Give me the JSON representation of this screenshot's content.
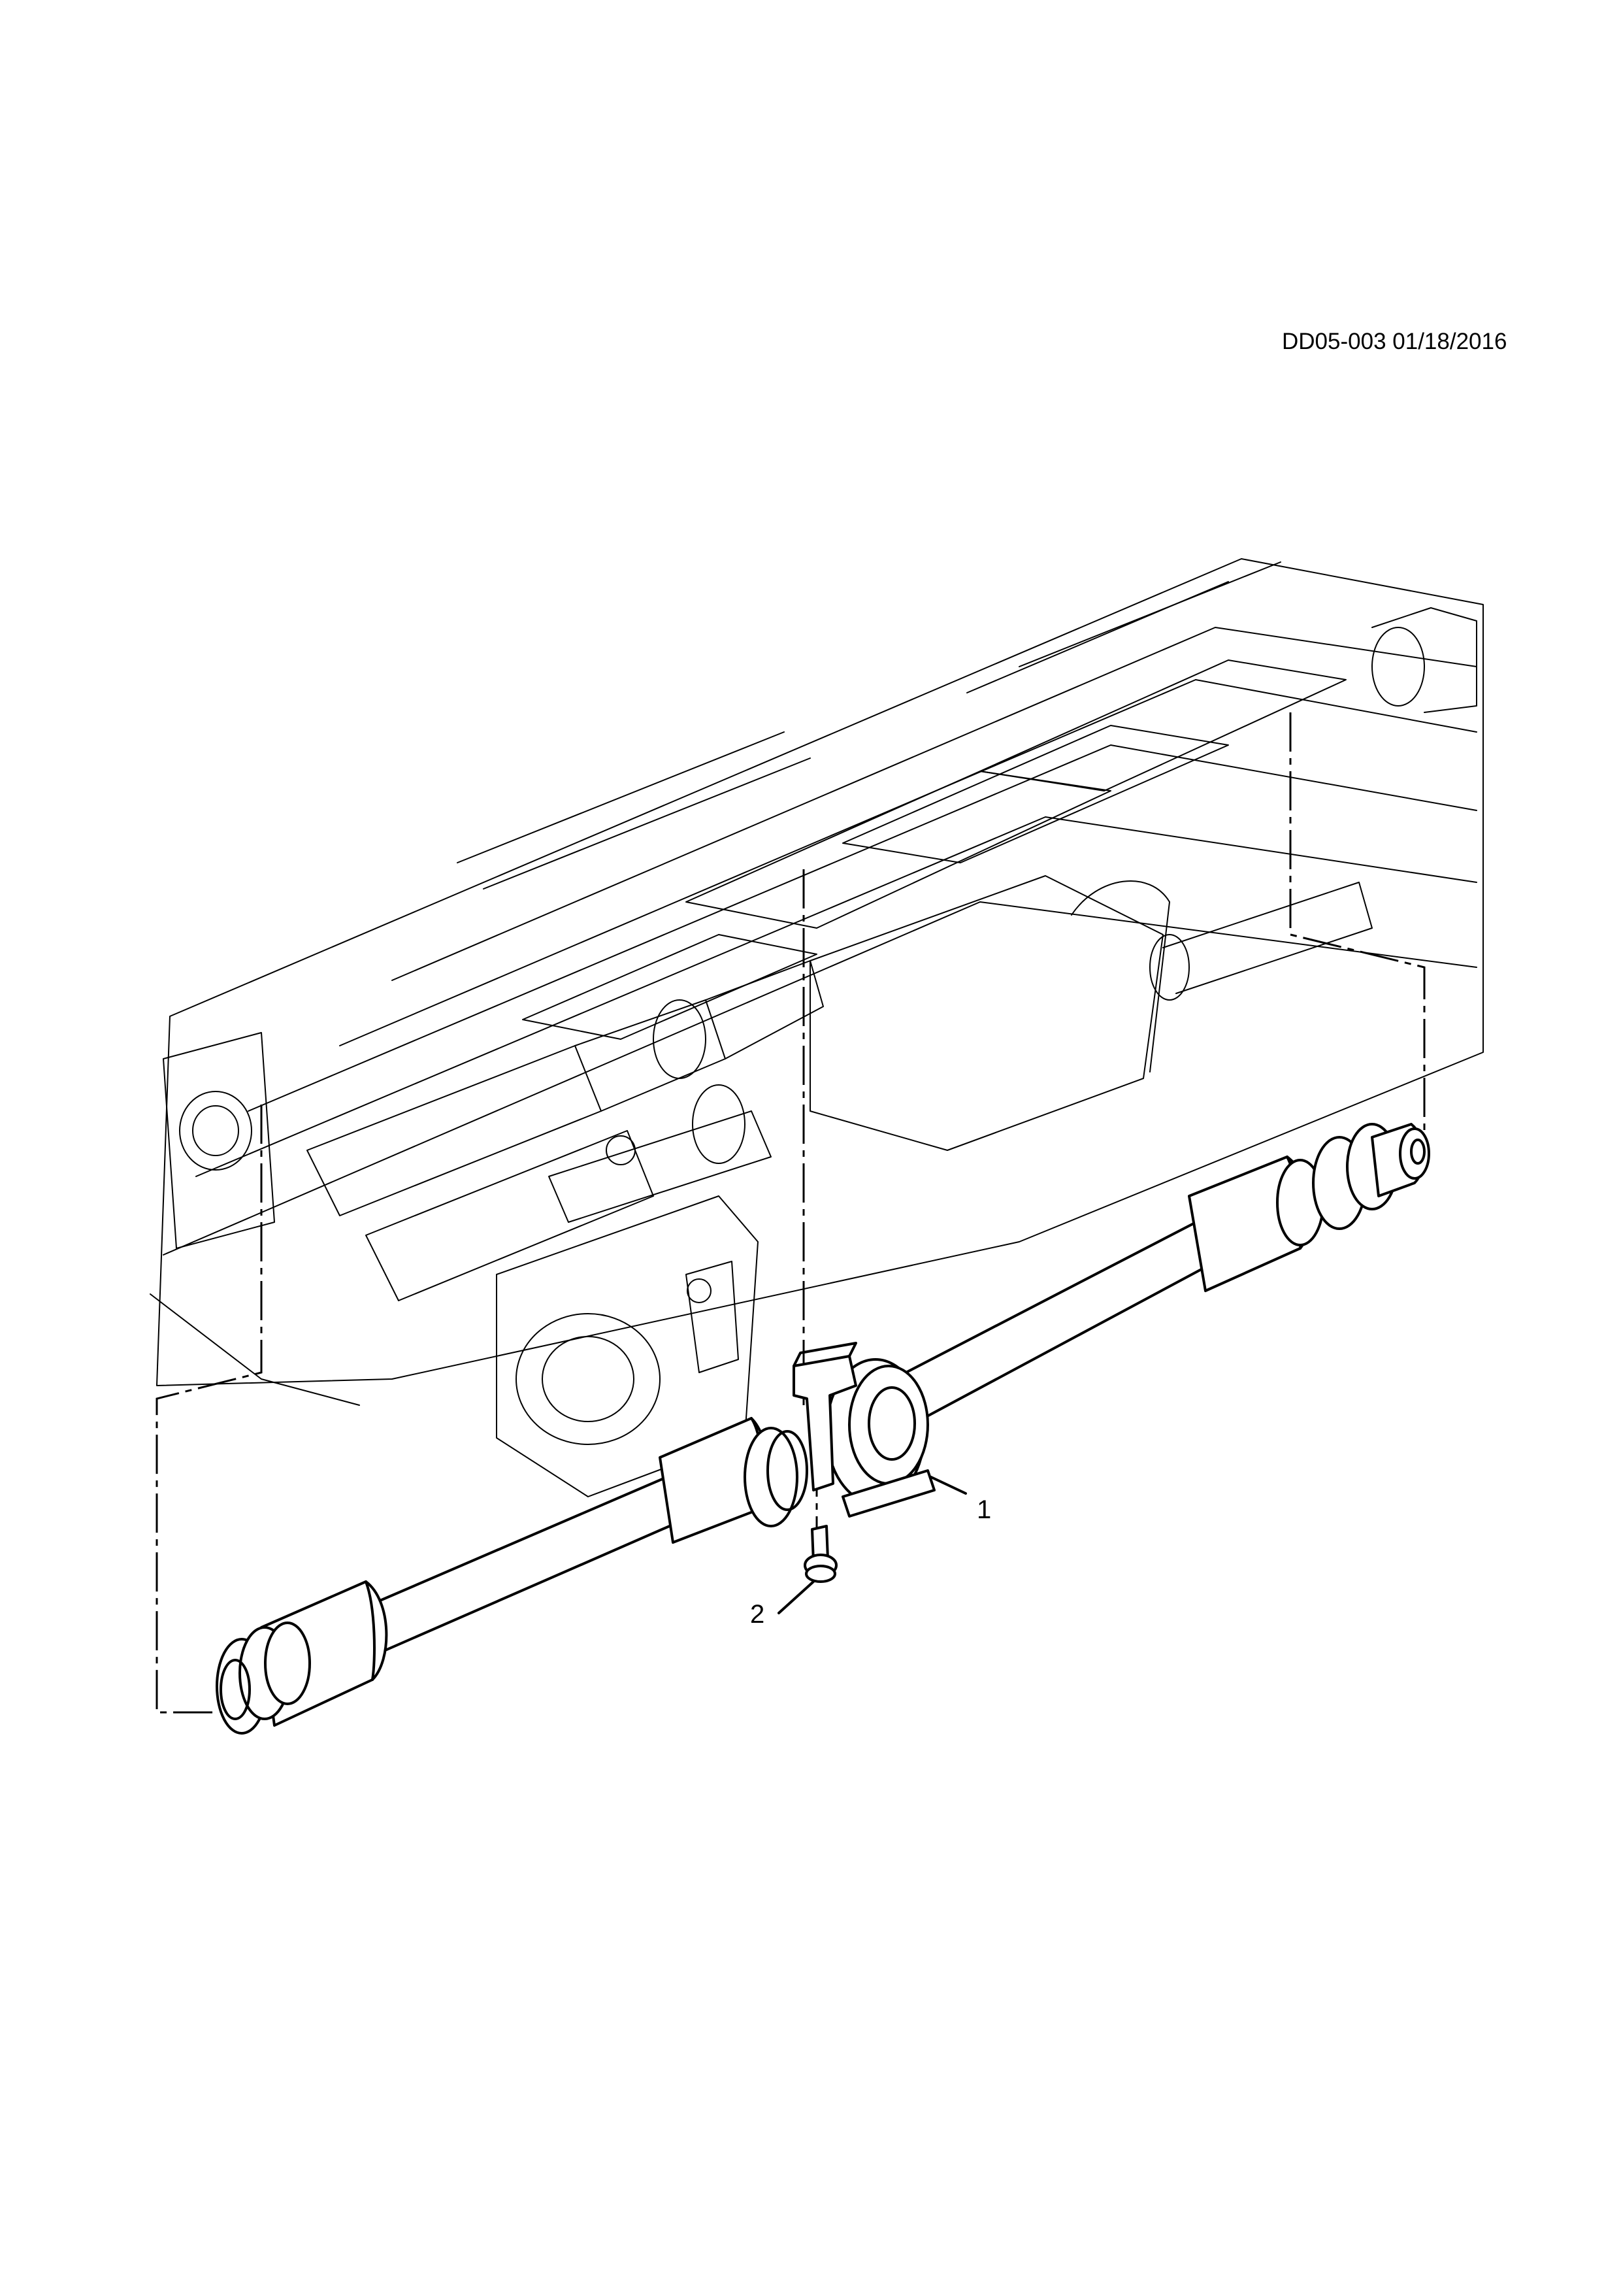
{
  "drawing": {
    "doc_id": "DD05-003 01/18/2016",
    "callouts": [
      {
        "number": "1",
        "part": "propeller-shaft-center-bearing"
      },
      {
        "number": "2",
        "part": "bolt"
      }
    ]
  },
  "colors": {
    "line": "#000000",
    "background": "#ffffff"
  }
}
